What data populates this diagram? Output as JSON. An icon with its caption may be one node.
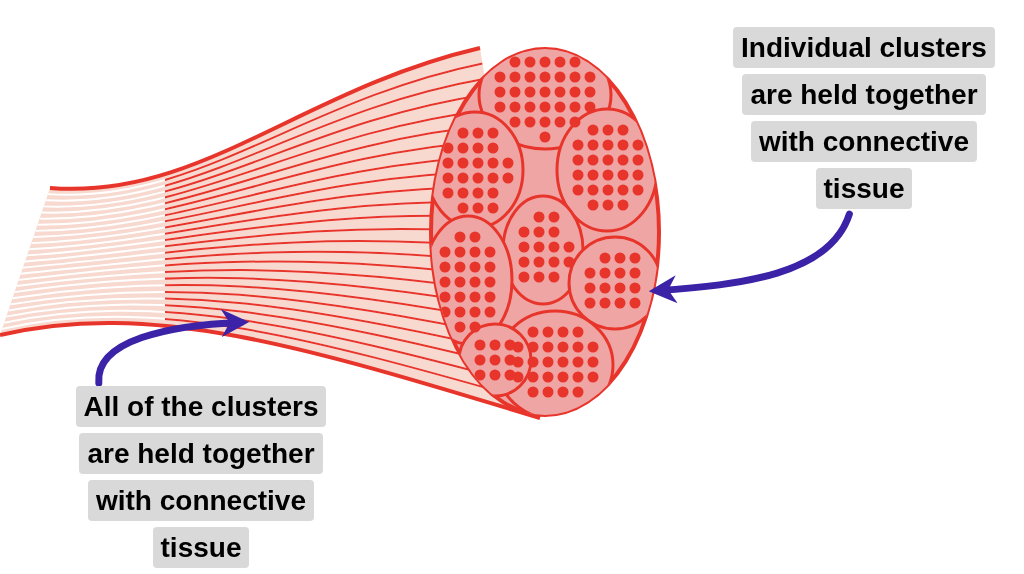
{
  "diagram": {
    "nodes": [
      {
        "text": [
          "Individual clusters are held together with connective tissue"
        ]
      },
      {
        "text": [],
        "shape": "picture"
      },
      {
        "text": [
          "All of the clusters are held together with connective tissue"
        ]
      },
      {
        "text": [],
        "shape": "picture"
      }
    ],
    "edges": [
      {
        "from": 0,
        "to": 1,
        "arrow": "to",
        "color": "#3b22a6"
      },
      {
        "from": 2,
        "to": 3,
        "arrow": "to",
        "color": "#3b22a6"
      }
    ]
  }
}
